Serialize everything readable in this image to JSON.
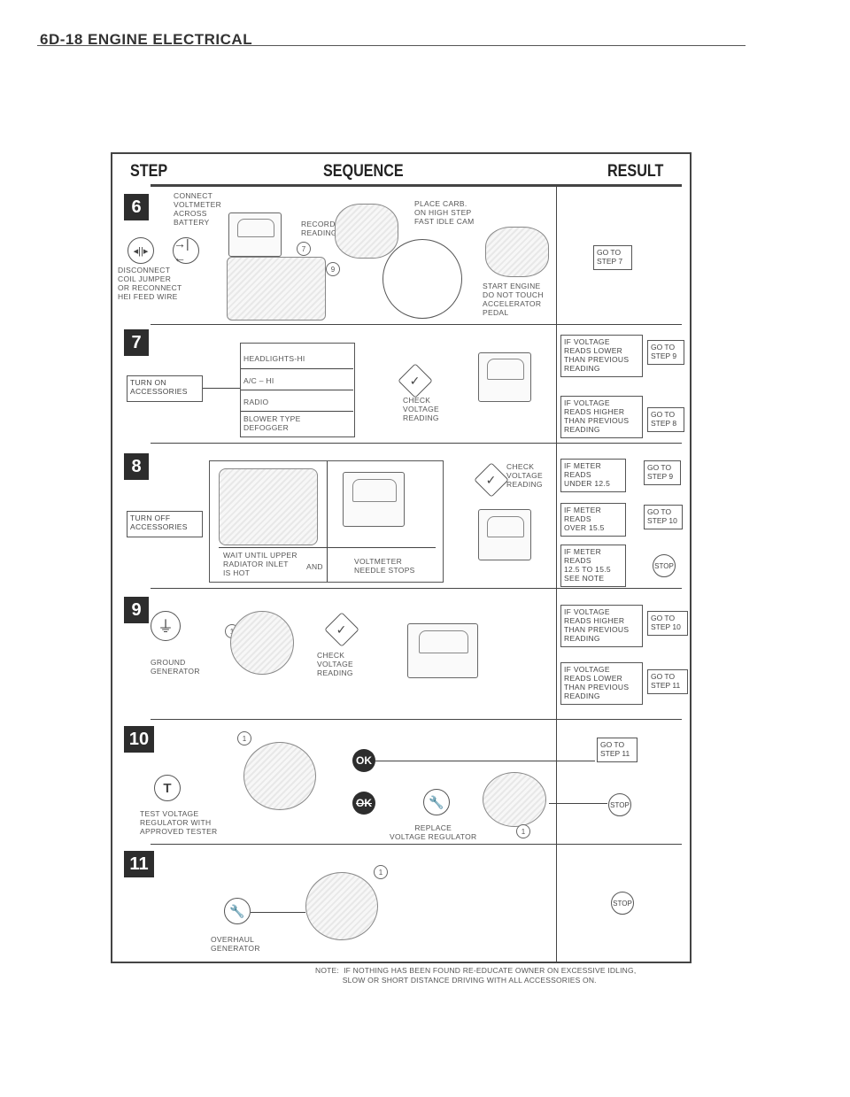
{
  "header": {
    "title": "6D-18  ENGINE ELECTRICAL"
  },
  "table": {
    "col_step": "STEP",
    "col_sequence": "SEQUENCE",
    "col_result": "RESULT"
  },
  "step6": {
    "number": "6",
    "connect": "CONNECT\nVOLTMETER\nACROSS\nBATTERY",
    "record": "RECORD\nREADING",
    "place": "PLACE CARB.\nON HIGH STEP\nFAST IDLE CAM",
    "disconnect": "DISCONNECT\nCOIL JUMPER\nOR RECONNECT\nHEI FEED WIRE",
    "start": "START ENGINE\nDO NOT TOUCH\nACCELERATOR\nPEDAL",
    "ref7": "7",
    "ref9": "9",
    "result": "GO TO\nSTEP 7"
  },
  "step7": {
    "number": "7",
    "turn_on": "TURN ON\nACCESSORIES",
    "acc_items": [
      "HEADLIGHTS-HI",
      "A/C – HI",
      "RADIO",
      "BLOWER TYPE\nDEFOGGER"
    ],
    "check": "CHECK\nVOLTAGE\nREADING",
    "cond1": "IF VOLTAGE\nREADS LOWER\nTHAN PREVIOUS\nREADING",
    "goto1": "GO TO\nSTEP 9",
    "cond2": "IF VOLTAGE\nREADS HIGHER\nTHAN PREVIOUS\nREADING",
    "goto2": "GO TO\nSTEP 8"
  },
  "step8": {
    "number": "8",
    "turn_off": "TURN OFF\nACCESSORIES",
    "wait": "WAIT UNTIL UPPER\nRADIATOR INLET\nIS HOT",
    "and": "AND",
    "needle": "VOLTMETER\nNEEDLE STOPS",
    "check": "CHECK\nVOLTAGE\nREADING",
    "cond1": "IF METER\nREADS\nUNDER 12.5",
    "goto1": "GO TO\nSTEP 9",
    "cond2": "IF METER\nREADS\nOVER 15.5",
    "goto2": "GO TO\nSTEP 10",
    "cond3": "IF METER\nREADS\n12.5 TO 15.5\nSEE NOTE",
    "stop": "STOP"
  },
  "step9": {
    "number": "9",
    "ground": "GROUND\nGENERATOR",
    "ref": "1",
    "check": "CHECK\nVOLTAGE\nREADING",
    "cond1": "IF VOLTAGE\nREADS HIGHER\nTHAN PREVIOUS\nREADING",
    "goto1": "GO TO\nSTEP 10",
    "cond2": "IF VOLTAGE\nREADS LOWER\nTHAN PREVIOUS\nREADING",
    "goto2": "GO TO\nSTEP 11"
  },
  "step10": {
    "number": "10",
    "ref": "1",
    "test": "TEST VOLTAGE\nREGULATOR WITH\nAPPROVED TESTER",
    "t_icon": "T",
    "ok": "OK",
    "replace": "REPLACE\nVOLTAGE REGULATOR",
    "ref2": "1",
    "goto": "GO TO\nSTEP 11",
    "stop": "STOP"
  },
  "step11": {
    "number": "11",
    "ref": "1",
    "overhaul": "OVERHAUL\nGENERATOR",
    "stop": "STOP"
  },
  "note": "NOTE:  IF NOTHING HAS BEEN FOUND RE-EDUCATE OWNER ON EXCESSIVE IDLING,\n            SLOW OR SHORT DISTANCE DRIVING WITH ALL ACCESSORIES ON."
}
